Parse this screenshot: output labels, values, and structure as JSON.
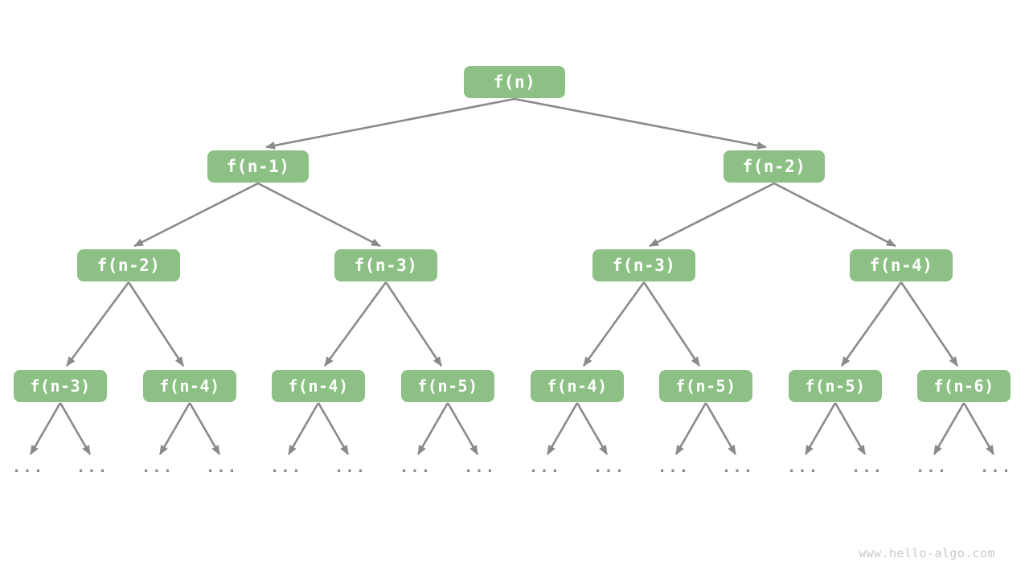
{
  "colors": {
    "node-fill": "#8CC084",
    "node-text": "#FFFFFF",
    "edge": "#8A8A8A",
    "ellipsis": "#8A8A8A",
    "watermark": "#C9C9C9",
    "background": "#FFFFFF"
  },
  "tree": {
    "description": "fibonacci-style recursion tree",
    "levels": [
      {
        "nodes": [
          "f(n)"
        ]
      },
      {
        "nodes": [
          "f(n-1)",
          "f(n-2)"
        ]
      },
      {
        "nodes": [
          "f(n-2)",
          "f(n-3)",
          "f(n-3)",
          "f(n-4)"
        ]
      },
      {
        "nodes": [
          "f(n-3)",
          "f(n-4)",
          "f(n-4)",
          "f(n-5)",
          "f(n-4)",
          "f(n-5)",
          "f(n-5)",
          "f(n-6)"
        ]
      }
    ],
    "ellipsis": "...",
    "leaf_ellipsis_count": 16
  },
  "watermark": "www.hello-algo.com"
}
